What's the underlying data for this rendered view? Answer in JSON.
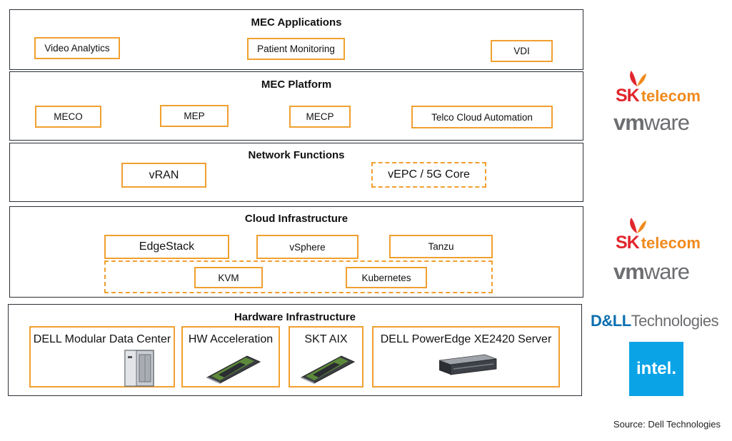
{
  "layers": {
    "mec_applications": {
      "title": "MEC Applications",
      "items": [
        "Video Analytics",
        "Patient Monitoring",
        "VDI"
      ]
    },
    "mec_platform": {
      "title": "MEC Platform",
      "items": [
        "MECO",
        "MEP",
        "MECP",
        "Telco Cloud Automation"
      ]
    },
    "network_functions": {
      "title": "Network Functions",
      "items": [
        "vRAN",
        "vEPC / 5G Core"
      ]
    },
    "cloud_infrastructure": {
      "title": "Cloud Infrastructure",
      "items": [
        "EdgeStack",
        "vSphere",
        "Tanzu",
        "KVM",
        "Kubernetes"
      ]
    },
    "hardware_infrastructure": {
      "title": "Hardware Infrastructure",
      "items": [
        "DELL Modular Data Center",
        "HW Acceleration",
        "SKT AIX",
        "DELL PowerEdge XE2420 Server"
      ]
    }
  },
  "logos": {
    "sk_brand": "SK",
    "sk_word": "telecom",
    "vmware_light": "vm",
    "vmware_rest": "ware",
    "dell_bold": "D&LL",
    "dell_rest": "Technologies",
    "intel": "intel."
  },
  "colors": {
    "box_border": "#f0a030",
    "layer_border": "#2b2f36",
    "sk_red": "#e1262d",
    "sk_orange": "#f08a1c",
    "vmware_grey": "#6d6e71",
    "dell_blue": "#0b6fb0",
    "intel_blue": "#0aa3e6"
  },
  "source": "Source: Dell Technologies"
}
